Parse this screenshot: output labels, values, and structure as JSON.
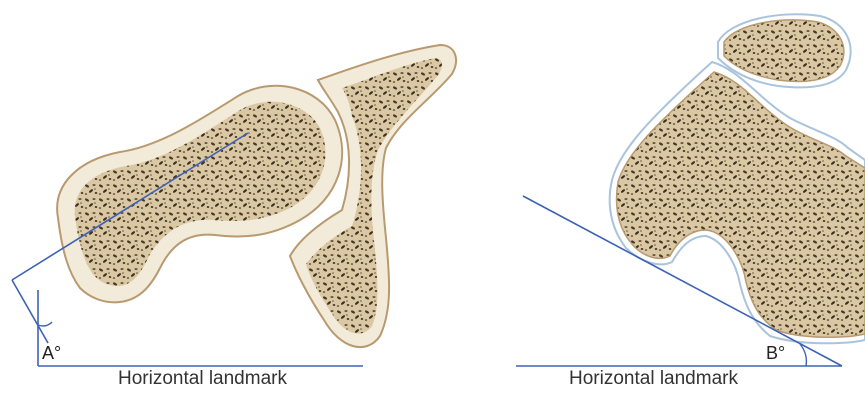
{
  "panels": [
    {
      "id": "left",
      "angle_label": "A°",
      "caption": "Horizontal landmark"
    },
    {
      "id": "right",
      "angle_label": "B°",
      "caption": "Horizontal landmark"
    }
  ],
  "colors": {
    "landmark_line": "#3d62b5",
    "bone_outline": "#b89a70",
    "bone_cortex": "#f2ead8",
    "bone_marrow": "#d8c6a0",
    "trabeculae": "#4a3a25",
    "cartilage_outline": "#a9c4dc"
  }
}
